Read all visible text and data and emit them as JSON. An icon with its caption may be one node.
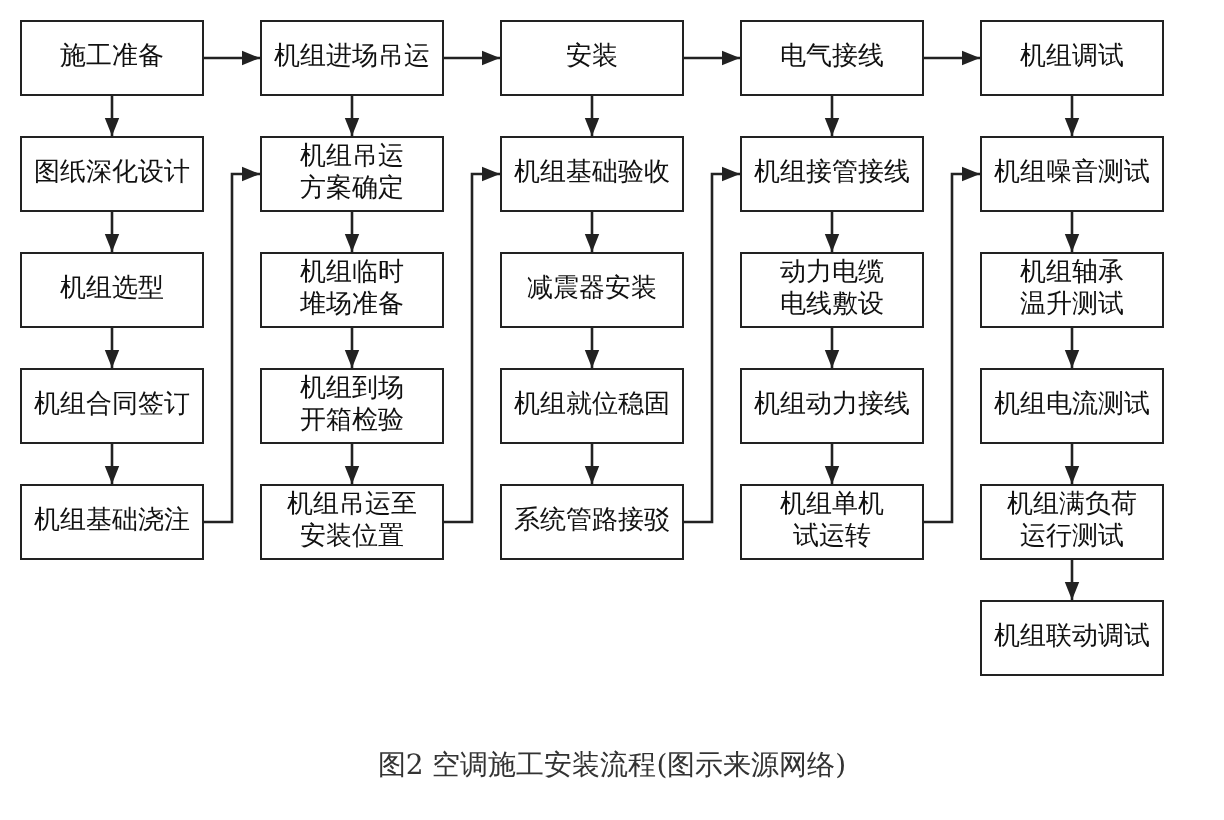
{
  "diagram": {
    "caption": "图2 空调施工安装流程(图示来源网络)",
    "nodes": [
      {
        "text": [
          "施工准备"
        ]
      },
      {
        "text": [
          "图纸深化设计"
        ]
      },
      {
        "text": [
          "机组选型"
        ]
      },
      {
        "text": [
          "机组合同签订"
        ]
      },
      {
        "text": [
          "机组基础浇注"
        ]
      },
      {
        "text": [
          "机组进场吊运"
        ]
      },
      {
        "text": [
          "机组吊运方案确定"
        ]
      },
      {
        "text": [
          "机组临时堆场准备"
        ]
      },
      {
        "text": [
          "机组到场开箱检验"
        ]
      },
      {
        "text": [
          "机组吊运至安装位置"
        ]
      },
      {
        "text": [
          "安装"
        ]
      },
      {
        "text": [
          "机组基础验收"
        ]
      },
      {
        "text": [
          "减震器安装"
        ]
      },
      {
        "text": [
          "机组就位稳固"
        ]
      },
      {
        "text": [
          "系统管路接驳"
        ]
      },
      {
        "text": [
          "电气接线"
        ]
      },
      {
        "text": [
          "机组接管接线"
        ]
      },
      {
        "text": [
          "动力电缆电线敷设"
        ]
      },
      {
        "text": [
          "机组动力接线"
        ]
      },
      {
        "text": [
          "机组单机试运转"
        ]
      },
      {
        "text": [
          "机组调试"
        ]
      },
      {
        "text": [
          "机组噪音测试"
        ]
      },
      {
        "text": [
          "机组轴承温升测试"
        ]
      },
      {
        "text": [
          "机组电流测试"
        ]
      },
      {
        "text": [
          "机组满负荷运行测试"
        ]
      },
      {
        "text": [
          "机组联动调试"
        ]
      }
    ],
    "edges": [
      {
        "from": 0,
        "to": 5,
        "arrow": "to"
      },
      {
        "from": 5,
        "to": 10,
        "arrow": "to"
      },
      {
        "from": 10,
        "to": 15,
        "arrow": "to"
      },
      {
        "from": 15,
        "to": 20,
        "arrow": "to"
      },
      {
        "from": 0,
        "to": 1,
        "arrow": "to"
      },
      {
        "from": 1,
        "to": 2,
        "arrow": "to"
      },
      {
        "from": 2,
        "to": 3,
        "arrow": "to"
      },
      {
        "from": 3,
        "to": 4,
        "arrow": "to"
      },
      {
        "from": 4,
        "to": 6,
        "arrow": "to"
      },
      {
        "from": 5,
        "to": 6,
        "arrow": "to"
      },
      {
        "from": 6,
        "to": 7,
        "arrow": "to"
      },
      {
        "from": 7,
        "to": 8,
        "arrow": "to"
      },
      {
        "from": 8,
        "to": 9,
        "arrow": "to"
      },
      {
        "from": 9,
        "to": 11,
        "arrow": "to"
      },
      {
        "from": 10,
        "to": 11,
        "arrow": "to"
      },
      {
        "from": 11,
        "to": 12,
        "arrow": "to"
      },
      {
        "from": 12,
        "to": 13,
        "arrow": "to"
      },
      {
        "from": 13,
        "to": 14,
        "arrow": "to"
      },
      {
        "from": 14,
        "to": 16,
        "arrow": "to"
      },
      {
        "from": 15,
        "to": 16,
        "arrow": "to"
      },
      {
        "from": 16,
        "to": 17,
        "arrow": "to"
      },
      {
        "from": 17,
        "to": 18,
        "arrow": "to"
      },
      {
        "from": 18,
        "to": 19,
        "arrow": "to"
      },
      {
        "from": 19,
        "to": 21,
        "arrow": "to"
      },
      {
        "from": 20,
        "to": 21,
        "arrow": "to"
      },
      {
        "from": 21,
        "to": 22,
        "arrow": "to"
      },
      {
        "from": 22,
        "to": 23,
        "arrow": "to"
      },
      {
        "from": 23,
        "to": 24,
        "arrow": "to"
      },
      {
        "from": 24,
        "to": 25,
        "arrow": "to"
      }
    ]
  }
}
